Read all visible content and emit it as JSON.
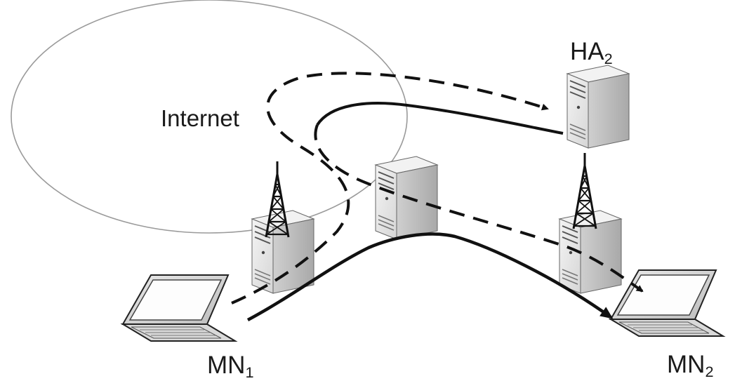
{
  "labels": {
    "internet": "Internet",
    "ha": {
      "base": "HA",
      "sub": "2"
    },
    "mn1": {
      "base": "MN",
      "sub": "1"
    },
    "mn2": {
      "base": "MN",
      "sub": "2"
    }
  },
  "icons": [
    "internet-cloud-icon",
    "server-icon",
    "tower-icon",
    "laptop-icon"
  ],
  "colors": {
    "line": "#111111",
    "server_face": "#e8e8e8",
    "server_side": "#b9b9b9",
    "ellipse": "#9a9a9a"
  }
}
